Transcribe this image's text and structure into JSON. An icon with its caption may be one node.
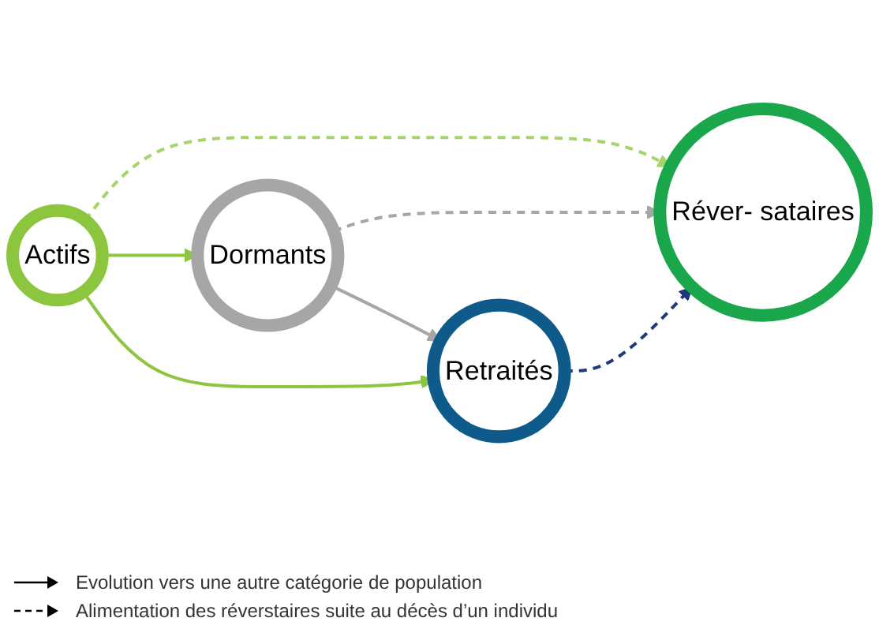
{
  "diagram": {
    "nodes": [
      {
        "text": [
          "Actifs"
        ]
      },
      {
        "text": [
          "Réver- sataires"
        ]
      },
      {
        "text": [
          "Dormants"
        ]
      },
      {
        "text": [
          "Retraités"
        ]
      }
    ],
    "edges": [
      {
        "from": 0,
        "to": 1,
        "arrow": "to",
        "style": "dashed",
        "color": "#a6d46a"
      },
      {
        "from": 0,
        "to": 2,
        "arrow": "to",
        "color": "#8cc63f"
      },
      {
        "from": 0,
        "to": 3,
        "arrow": "to",
        "color": "#8cc63f"
      },
      {
        "from": 2,
        "to": 1,
        "arrow": "to",
        "style": "dashed",
        "color": "#a6a6a6"
      },
      {
        "from": 2,
        "to": 3,
        "arrow": "to",
        "color": "#a6a6a6"
      },
      {
        "from": 3,
        "to": 1,
        "arrow": "to",
        "style": "dashed",
        "color": "#1f3a7a"
      }
    ],
    "legend": [
      {
        "text": "Evolution vers une autre catégorie de population"
      },
      {
        "text": "Alimentation des réverstaires suite au décès d’un individu"
      }
    ]
  }
}
